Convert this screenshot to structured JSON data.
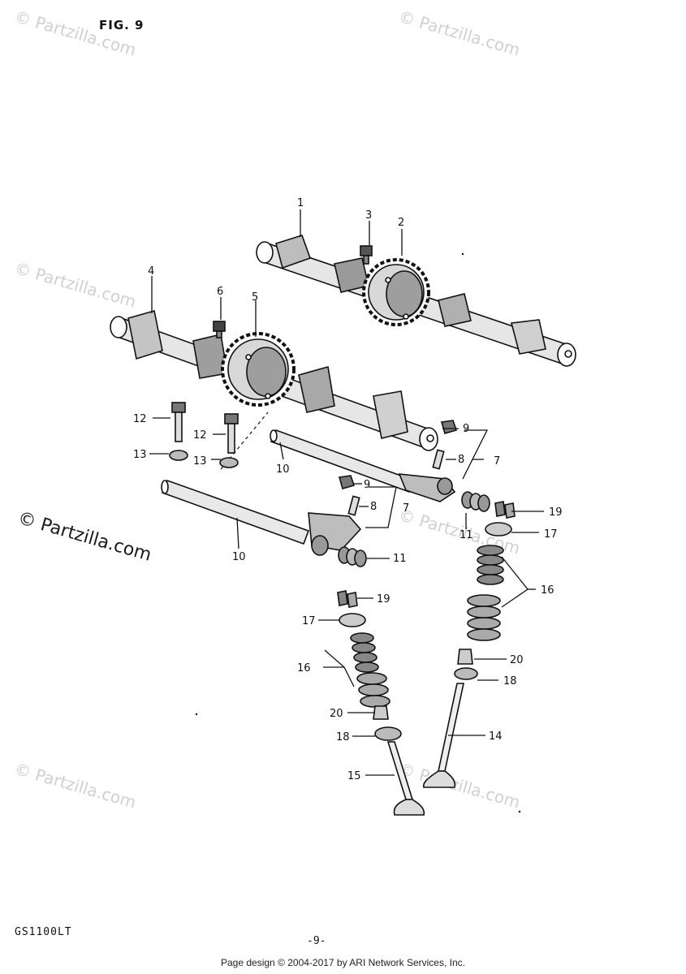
{
  "figure": {
    "title": "FIG. 9",
    "model": "GS1100LT",
    "page_number": "-9-"
  },
  "watermarks": [
    "© Partzilla.com",
    "© Partzilla.com",
    "© Partzilla.com",
    "© Partzilla.com",
    "© Partzilla.com",
    "© Partzilla.com"
  ],
  "watermark_main": "© Partzilla.com",
  "footer": "Page design © 2004-2017 by ARI Network Services, Inc.",
  "callouts": {
    "c1": "1",
    "c2": "2",
    "c3": "3",
    "c4": "4",
    "c5": "5",
    "c6": "6",
    "c7a": "7",
    "c7b": "7",
    "c8a": "8",
    "c8b": "8",
    "c9a": "9",
    "c9b": "9",
    "c10a": "10",
    "c10b": "10",
    "c11a": "11",
    "c11b": "11",
    "c12a": "12",
    "c12b": "12",
    "c13a": "13",
    "c13b": "13",
    "c14": "14",
    "c15": "15",
    "c16a": "16",
    "c16b": "16",
    "c17a": "17",
    "c17b": "17",
    "c18a": "18",
    "c18b": "18",
    "c19a": "19",
    "c19b": "19",
    "c20a": "20",
    "c20b": "20"
  }
}
